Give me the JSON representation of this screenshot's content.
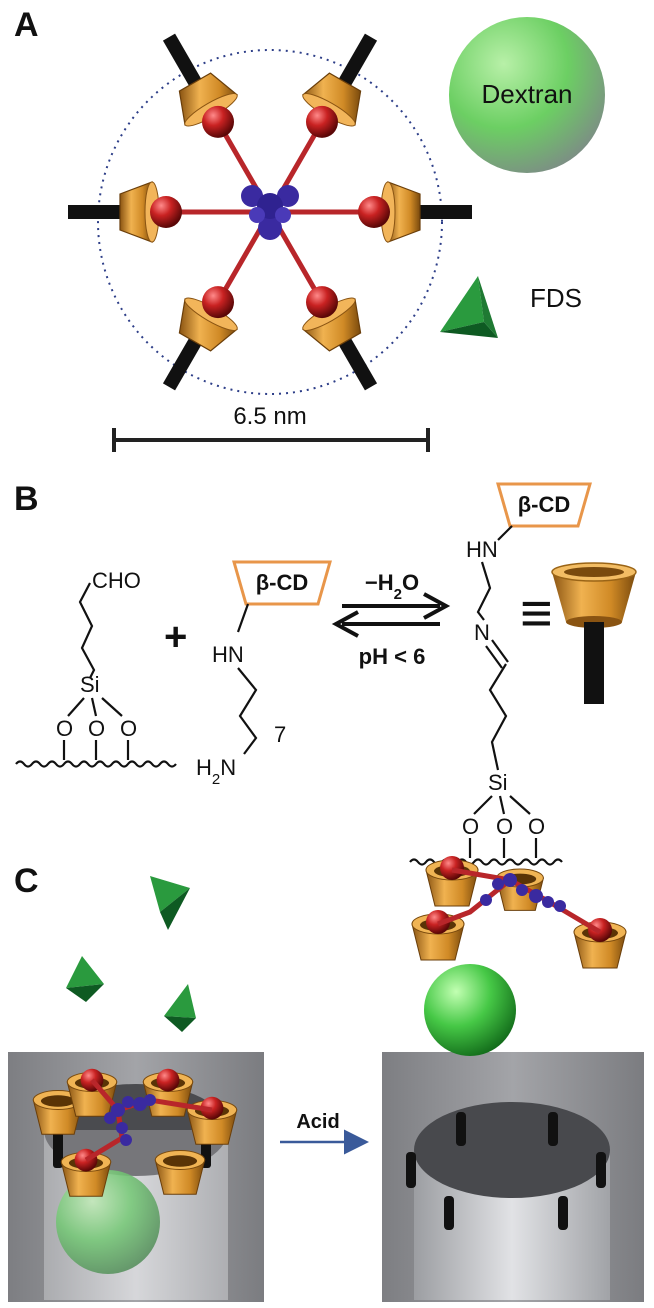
{
  "panel_a": {
    "letter": "A",
    "dextran_label": "Dextran",
    "fds_label": "FDS",
    "scale_label": "6.5 nm"
  },
  "panel_b": {
    "letter": "B",
    "left_group": "CHO",
    "silicon": "Si",
    "oxygen": "O",
    "plus": "+",
    "bcd_label": "β-CD",
    "hn": "HN",
    "h2n": "H2N",
    "compound_number": "7",
    "forward_condition": "−H2O",
    "reverse_condition": "pH < 6",
    "imine_n": "N",
    "equivalence": "≡"
  },
  "panel_c": {
    "letter": "C",
    "arrow_label": "Acid"
  },
  "colors": {
    "cup": "#d9902e",
    "ball": "#b51f1f",
    "core": "#3a2aa0",
    "stem": "#111111",
    "dextran": "#5ed05e",
    "fds": "#1f8a3a",
    "pore_bg": "#8f8f92",
    "bcd_border": "#e8964a"
  }
}
